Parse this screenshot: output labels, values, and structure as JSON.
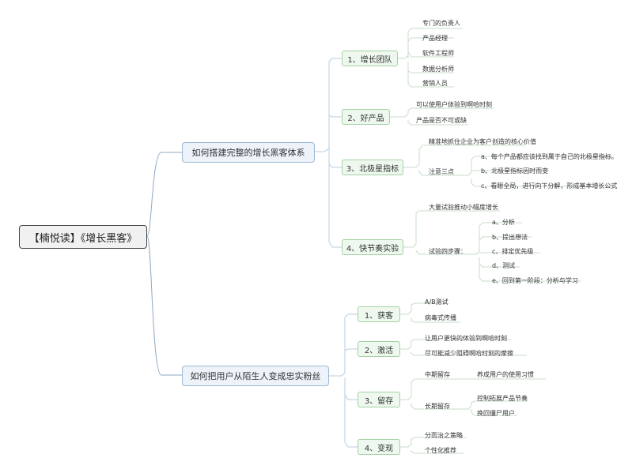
{
  "root": "【楠悦读】《增长黑客》",
  "branches": [
    {
      "label": "如何搭建完整的增长黑客体系",
      "children": [
        {
          "label": "1、增长团队",
          "items": [
            "专门的负责人",
            "产品经理",
            "软件工程师",
            "数据分析师",
            "营销人员"
          ]
        },
        {
          "label": "2、好产品",
          "items": [
            "可以使用户体验到啊哈时刻",
            "产品是否不可或缺"
          ]
        },
        {
          "label": "3、北极星指标",
          "items": [
            "精准地抓住企业为客户创造的核心价值"
          ],
          "sub_label": "注意三点",
          "sub_items": [
            "a、每个产品都应该找到属于自己的北极星指标。",
            "b、北极星指标因时而变",
            "c、看眼全局，进行向下分解，形成基本增长公式"
          ]
        },
        {
          "label": "4、快节奏实验",
          "items": [
            "大量试验推动小幅度增长"
          ],
          "sub_label": "试验四步骤：",
          "sub_items": [
            "a、分析",
            "b、提出想法",
            "c、排定优先级",
            "d、测试",
            "e、回到第一阶段：分析与学习"
          ]
        }
      ]
    },
    {
      "label": "如何把用户从陌生人变成忠实粉丝",
      "children": [
        {
          "label": "1、获客",
          "items": [
            "A/B测试",
            "病毒式传播"
          ]
        },
        {
          "label": "2、激活",
          "items": [
            "让用户更快的体验到啊哈时刻",
            "尽可能减少阻碍啊哈时刻的摩擦"
          ]
        },
        {
          "label": "3、留存",
          "items": [],
          "subs": [
            {
              "label": "中期留存",
              "items": [
                "养成用户的使用习惯"
              ]
            },
            {
              "label": "长期留存",
              "items": [
                "控制拓展产品节奏",
                "挽回僵尸用户"
              ]
            }
          ]
        },
        {
          "label": "4、变现",
          "items": [
            "分而治之策略",
            "个性化推荐"
          ]
        }
      ]
    }
  ],
  "colors": {
    "root_line": "#8fa8c4",
    "branch_line": "#b8cce0",
    "leaf_line": "#c9dcc9",
    "node_border": "#444444"
  }
}
